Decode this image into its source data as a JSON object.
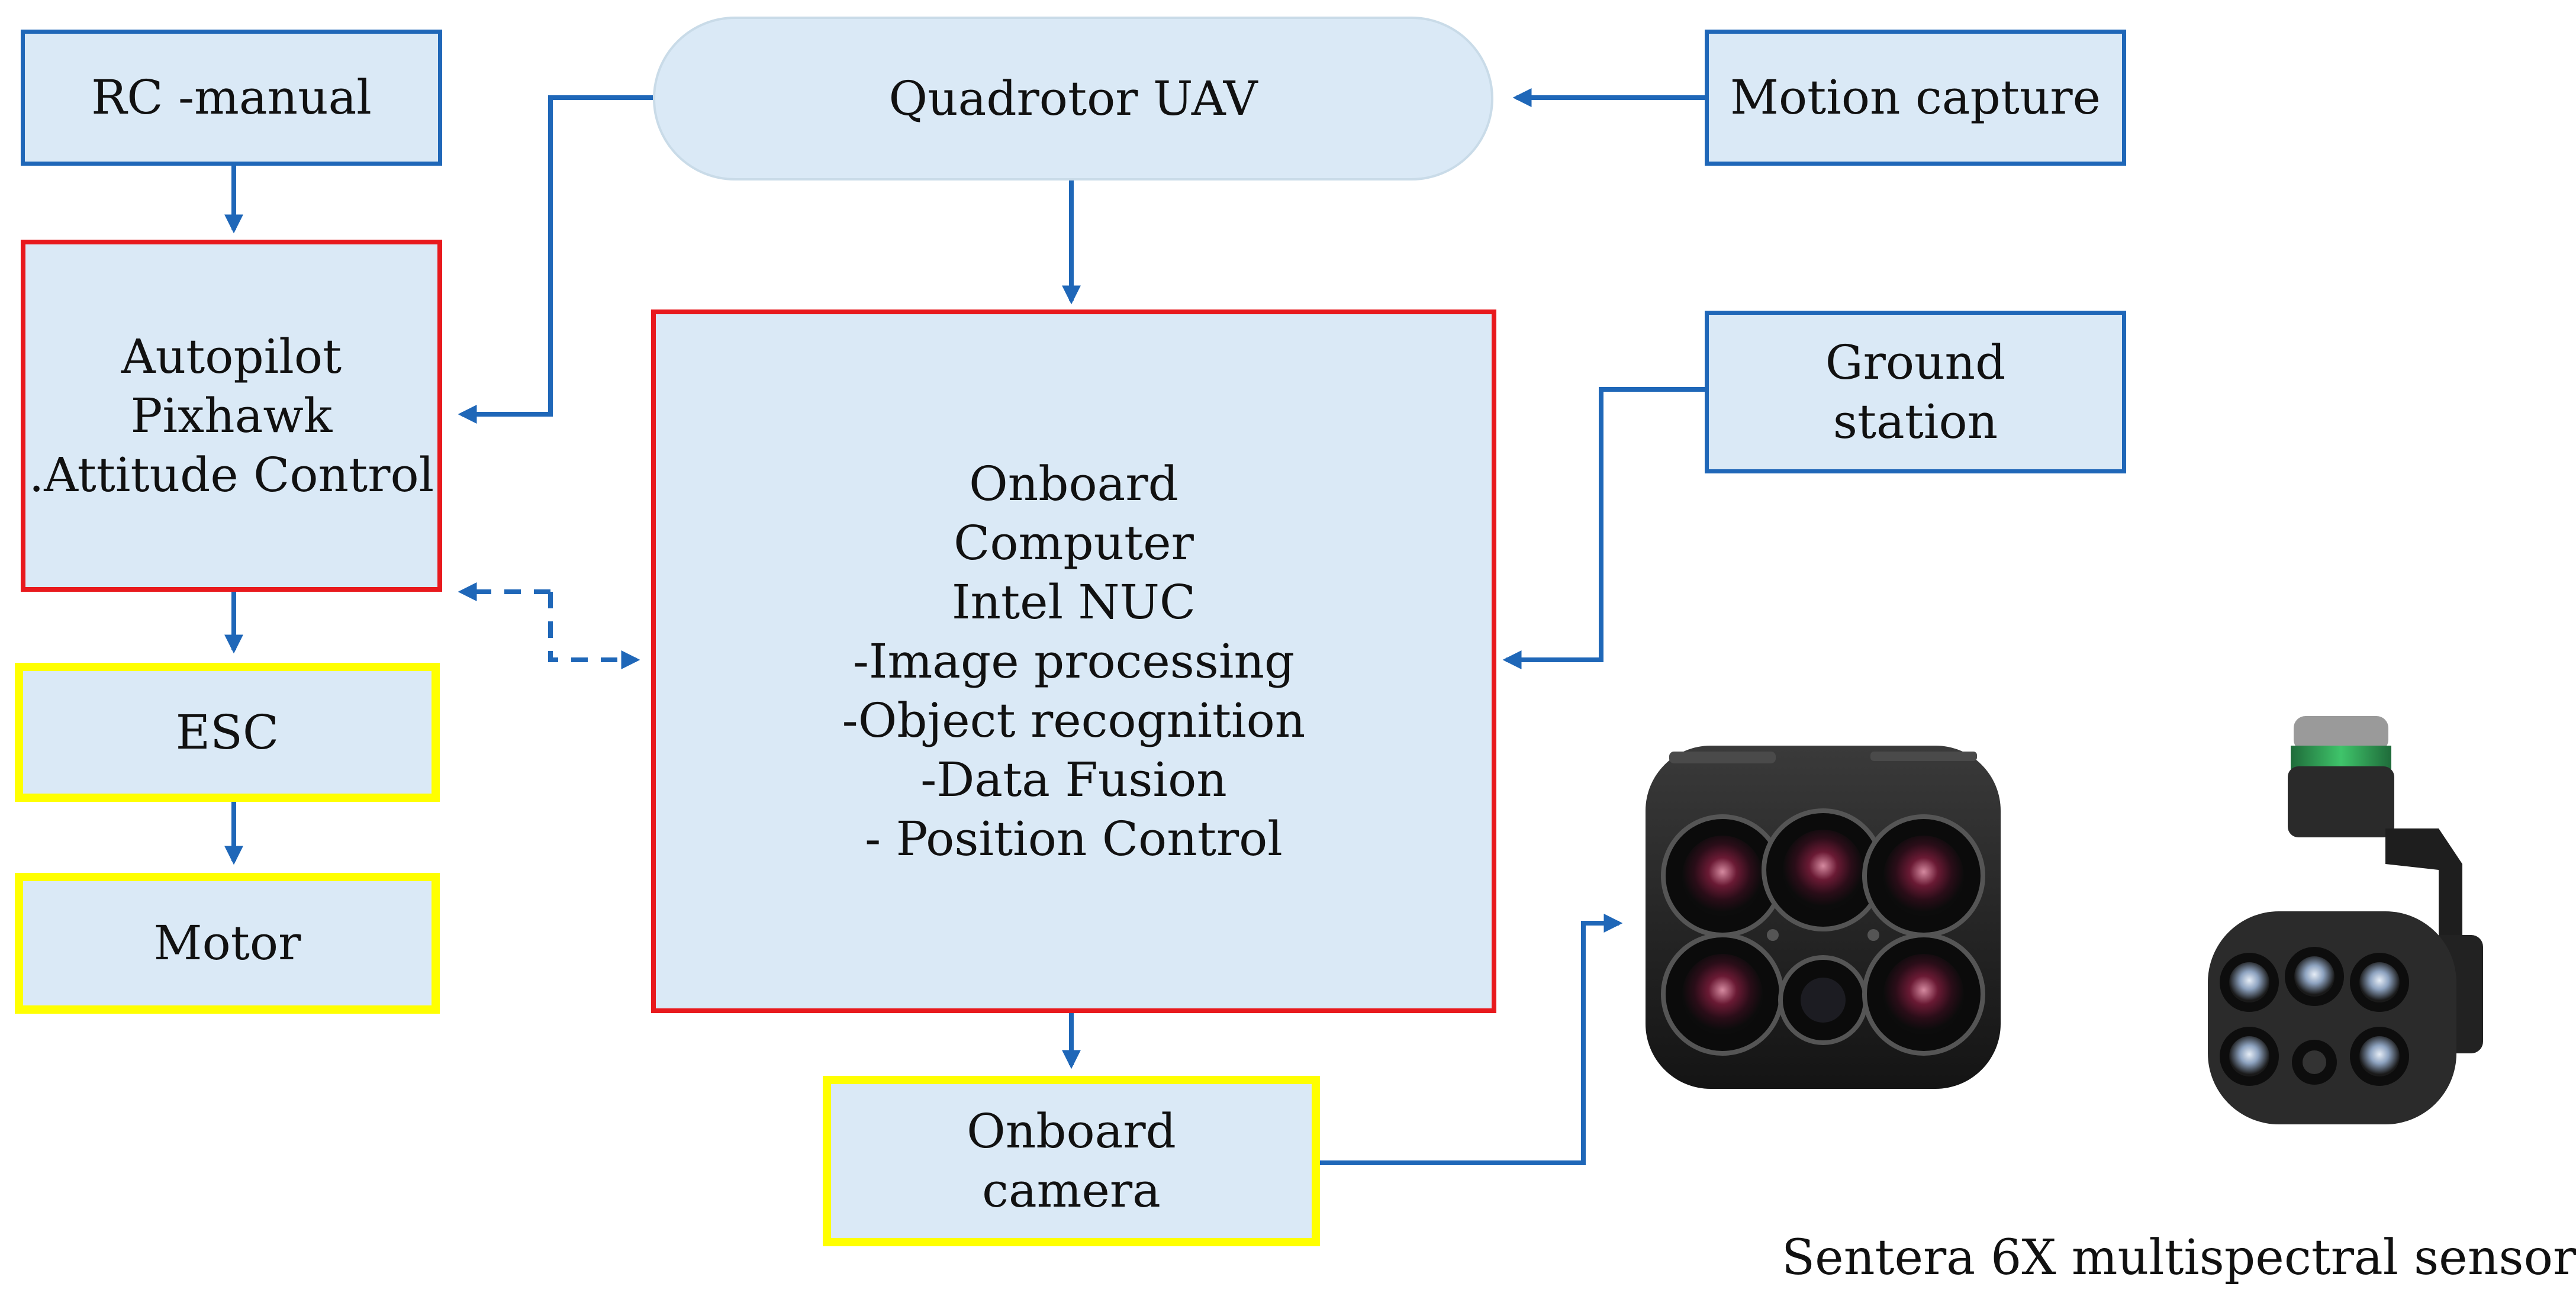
{
  "nodes": {
    "rc_manual": "RC -manual",
    "quadrotor": "Quadrotor UAV",
    "motion_capture": "Motion capture",
    "autopilot": [
      "Autopilot",
      "Pixhawk",
      ".Attitude Control"
    ],
    "ground_station": [
      "Ground",
      "station"
    ],
    "onboard_computer": [
      "Onboard",
      "Computer",
      "Intel NUC",
      "-Image processing",
      "-Object recognition",
      "-Data Fusion",
      "- Position Control"
    ],
    "esc": "ESC",
    "motor": "Motor",
    "onboard_camera": [
      "Onboard",
      "camera"
    ]
  },
  "caption": "Sentera 6X multispectral sensor",
  "colors": {
    "box_fill": "#dae9f6",
    "connector": "#1f67b8",
    "border_blue": "#1f67b8",
    "border_red": "#e8191d",
    "border_yellow": "#ffff00"
  },
  "icons": [
    "sentera-camera-front-icon",
    "sentera-camera-gimbal-icon"
  ]
}
